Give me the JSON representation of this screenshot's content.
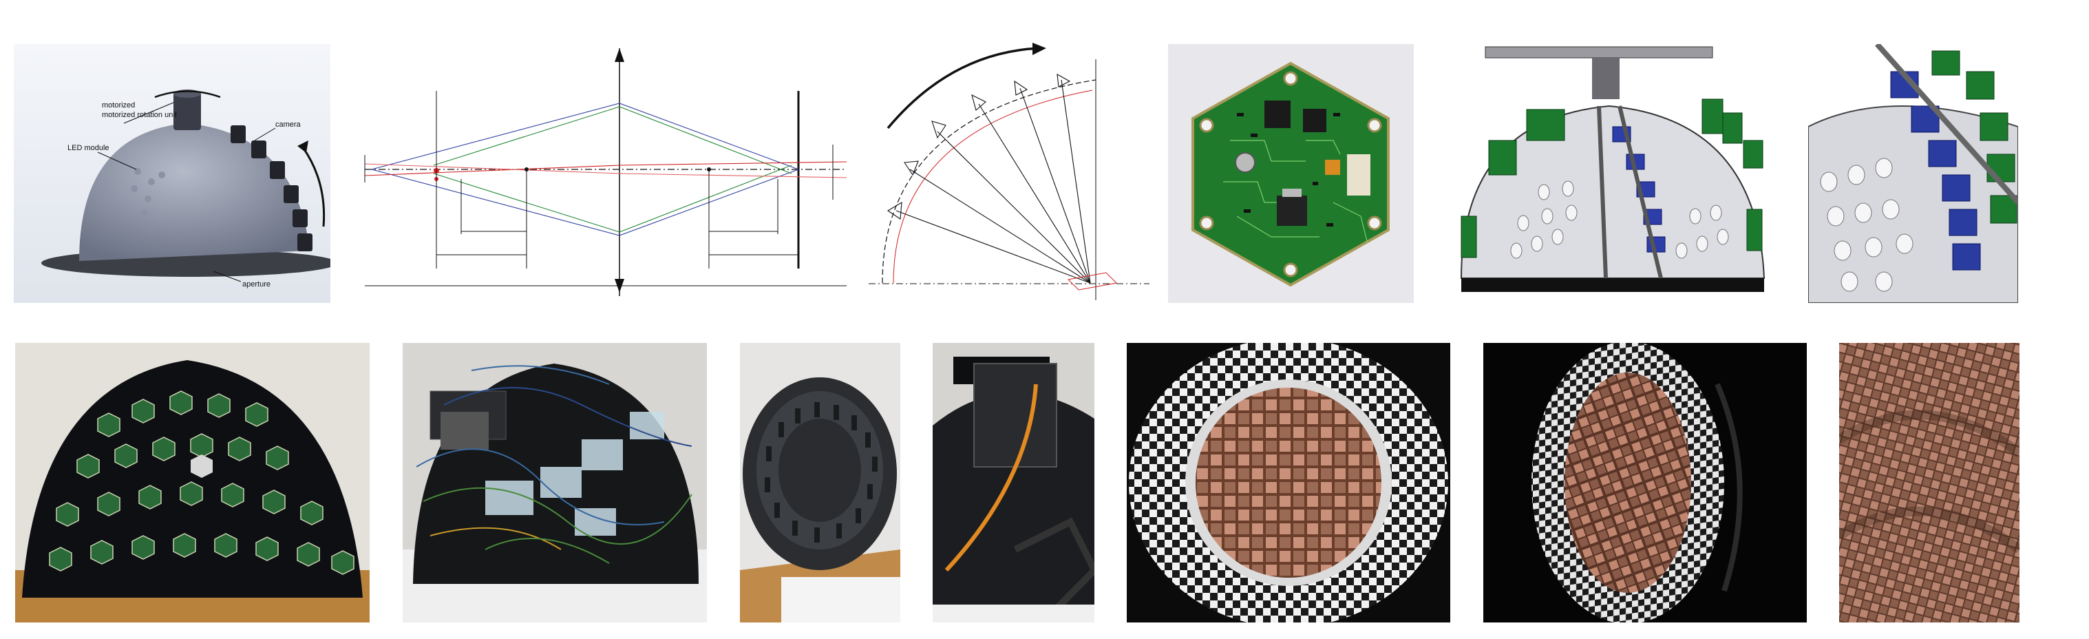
{
  "figure": {
    "panels": [
      {
        "id": "cad-device-render",
        "labels": {
          "rotation": "motorized rotation unit",
          "camera": "camera",
          "led": "LED module",
          "aperture": "aperture"
        }
      },
      {
        "id": "optical-ray-diagram"
      },
      {
        "id": "camera-arc-diagram"
      },
      {
        "id": "led-circuit-board-photo"
      },
      {
        "id": "cad-dome-cutaway-front"
      },
      {
        "id": "cad-dome-cutaway-detail"
      },
      {
        "id": "led-dome-photo"
      },
      {
        "id": "wired-dome-photo"
      },
      {
        "id": "dome-interior-photo"
      },
      {
        "id": "carbon-housing-photo"
      },
      {
        "id": "woven-sample-checkerboard"
      },
      {
        "id": "woven-sample-oblique"
      },
      {
        "id": "woven-texture-render"
      }
    ]
  }
}
